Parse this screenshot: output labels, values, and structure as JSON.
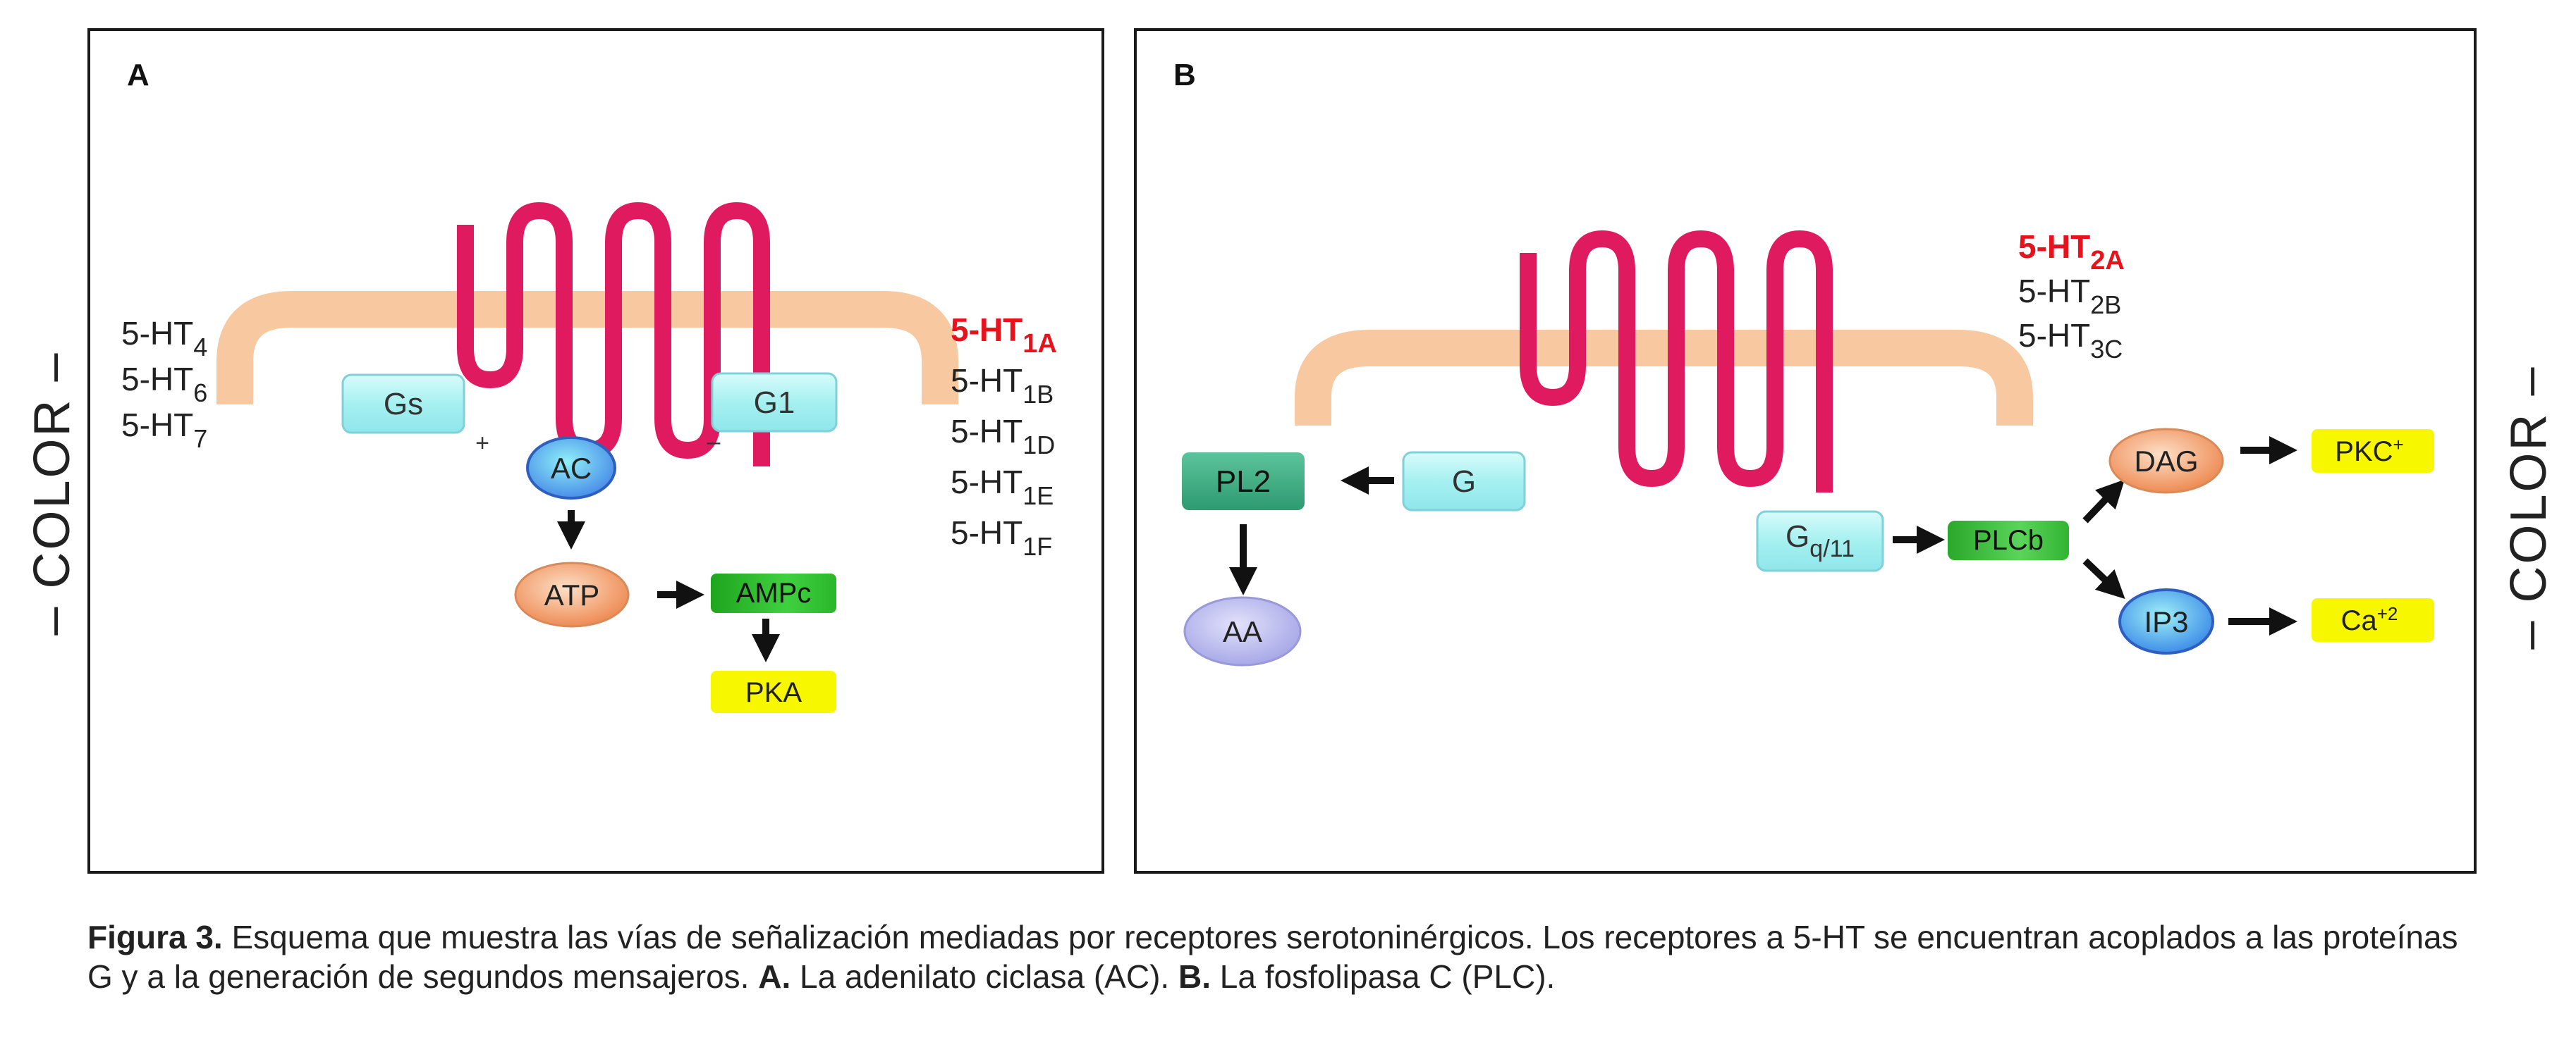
{
  "panel_a": {
    "label": "A",
    "receptors_left": [
      {
        "base": "5-HT",
        "sub": "4"
      },
      {
        "base": "5-HT",
        "sub": "6"
      },
      {
        "base": "5-HT",
        "sub": "7"
      }
    ],
    "receptors_right": [
      {
        "base": "5-HT",
        "sub": "1A",
        "highlight": true
      },
      {
        "base": "5-HT",
        "sub": "1B"
      },
      {
        "base": "5-HT",
        "sub": "1D"
      },
      {
        "base": "5-HT",
        "sub": "1E"
      },
      {
        "base": "5-HT",
        "sub": "1F"
      }
    ],
    "nodes": {
      "gs": "Gs",
      "g1": "G1",
      "plus": "+",
      "minus": "–",
      "ac": "AC",
      "atp": "ATP",
      "ampc": "AMPc",
      "pka": "PKA"
    }
  },
  "panel_b": {
    "label": "B",
    "receptors": [
      {
        "base": "5-HT",
        "sub": "2A",
        "highlight": true
      },
      {
        "base": "5-HT",
        "sub": "2B"
      },
      {
        "base": "5-HT",
        "sub": "3C"
      }
    ],
    "nodes": {
      "pl2": "PL2",
      "g": "G",
      "aa": "AA",
      "gq_base": "G",
      "gq_sub": "q/11",
      "plcb": "PLCb",
      "dag": "DAG",
      "pkc_base": "PKC",
      "pkc_sup": "+",
      "ip3": "IP3",
      "ca_base": "Ca",
      "ca_sup": "+2"
    }
  },
  "side_labels": {
    "left": "– COLOR –",
    "right": "– COLOR –"
  },
  "caption": {
    "label": "Figura 3.",
    "text_1": " Esquema que muestra las vías de señalización mediadas por receptores serotoninérgicos. Los receptores a 5-HT se encuentran acoplados a las proteínas G y a la generación de segundos mensajeros. ",
    "a_label": "A.",
    "text_2": " La adenilato ciclasa (AC). ",
    "b_label": "B.",
    "text_3": " La fosfolipasa C (PLC)."
  },
  "colors": {
    "membrane": "#f8c9a0",
    "receptor": "#e01a5e",
    "highlight_text": "#e8121c",
    "g_protein": "#a6f0f0",
    "ac": "#6fb3ee",
    "atp": "#f2a070",
    "ampc": "#32c232",
    "yellow": "#f7f700",
    "pl2": "#3aae82",
    "aa": "#c0c0f0",
    "plcb": "#44c444",
    "dag": "#f2a070",
    "ip3": "#5ab8ee"
  }
}
